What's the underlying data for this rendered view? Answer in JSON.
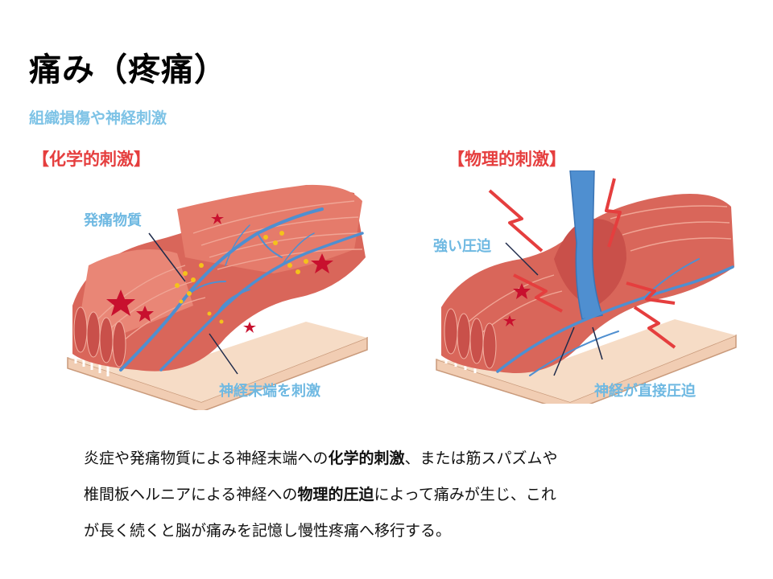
{
  "title": "痛み（疼痛）",
  "subtitle": "組織損傷や神経刺激",
  "left_panel": {
    "heading": "【化学的刺激】",
    "callout_top": "発痛物質",
    "callout_bottom": "神経末端を刺激"
  },
  "right_panel": {
    "heading": "【物理的刺激】",
    "callout_top": "強い圧迫",
    "callout_bottom": "神経が直接圧迫"
  },
  "body": {
    "line1_a": "炎症や発痛物質による神経末端への",
    "line1_bold": "化学的刺激",
    "line1_b": "、または筋スパズムや",
    "line2_a": "椎間板ヘルニアによる神経への",
    "line2_bold": "物理的圧迫",
    "line2_b": "によって痛みが生じ、これ",
    "line3": "が長く続くと脳が痛みを記憶し慢性疼痛へ移行する。"
  },
  "colors": {
    "muscle": "#d9665a",
    "muscle_light": "#f0a595",
    "nerve": "#4f8fd0",
    "pain_red": "#e53e3e",
    "pain_substance": "#f4c21b",
    "label_blue": "#6fb9e2",
    "base": "#f1cdb3"
  }
}
